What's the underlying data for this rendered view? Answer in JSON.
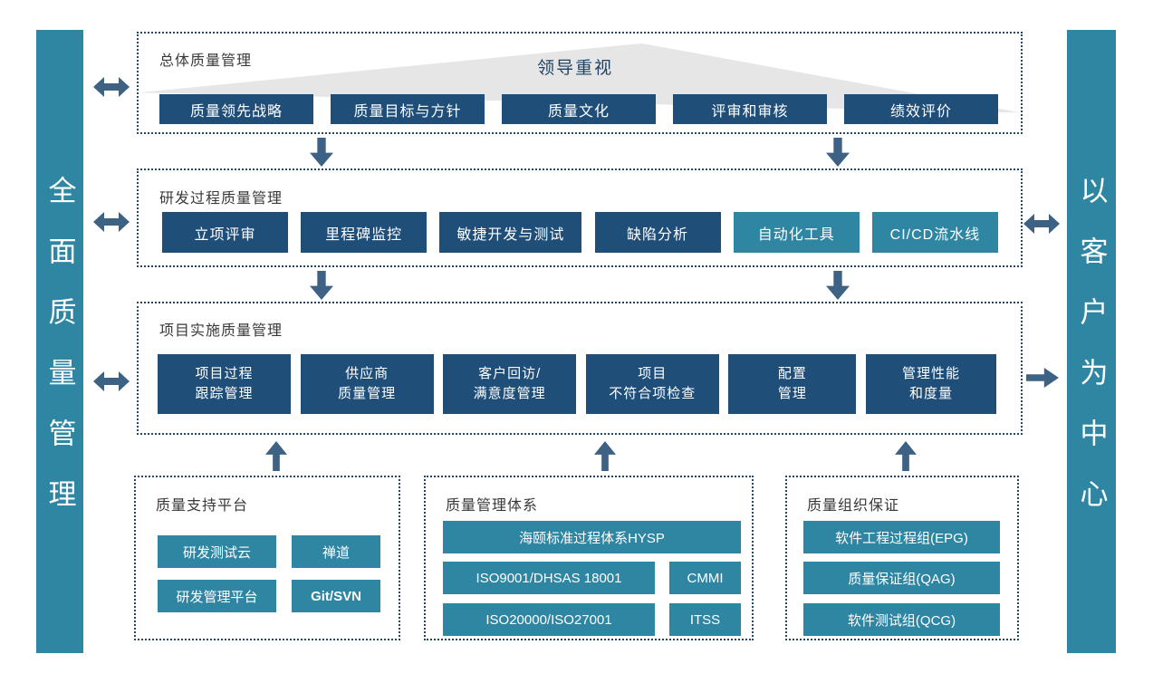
{
  "colors": {
    "dark_blue": "#1F4E79",
    "teal": "#2E86A3",
    "arrow": "#3E6284",
    "border": "#25476C",
    "wedge": "#E7E6E6",
    "title": "#3B3838",
    "banner_text": "#1F4164"
  },
  "side_bars": {
    "left": "全面质量管理",
    "right": "以客户为中心"
  },
  "overall": {
    "title": "总体质量管理",
    "banner": "领导重视",
    "buttons": [
      "质量领先战略",
      "质量目标与方针",
      "质量文化",
      "评审和审核",
      "绩效评价"
    ]
  },
  "rnd": {
    "title": "研发过程质量管理",
    "buttons": [
      "立项评审",
      "里程碑监控",
      "敏捷开发与测试",
      "缺陷分析",
      "自动化工具",
      "CI/CD流水线"
    ]
  },
  "project": {
    "title": "项目实施质量管理",
    "buttons": [
      "项目过程\n跟踪管理",
      "供应商\n质量管理",
      "客户回访/\n满意度管理",
      "项目\n不符合项检查",
      "配置\n管理",
      "管理性能\n和度量"
    ]
  },
  "platform": {
    "title": "质量支持平台",
    "buttons": [
      "研发测试云",
      "禅道",
      "研发管理平台",
      "Git/SVN"
    ]
  },
  "system": {
    "title": "质量管理体系",
    "wide_button": "海颐标准过程体系HYSP",
    "buttons": [
      "ISO9001/DHSAS 18001",
      "CMMI",
      "ISO20000/ISO27001",
      "ITSS"
    ]
  },
  "org": {
    "title": "质量组织保证",
    "buttons": [
      "软件工程过程组(EPG)",
      "质量保证组(QAG)",
      "软件测试组(QCG)"
    ]
  }
}
